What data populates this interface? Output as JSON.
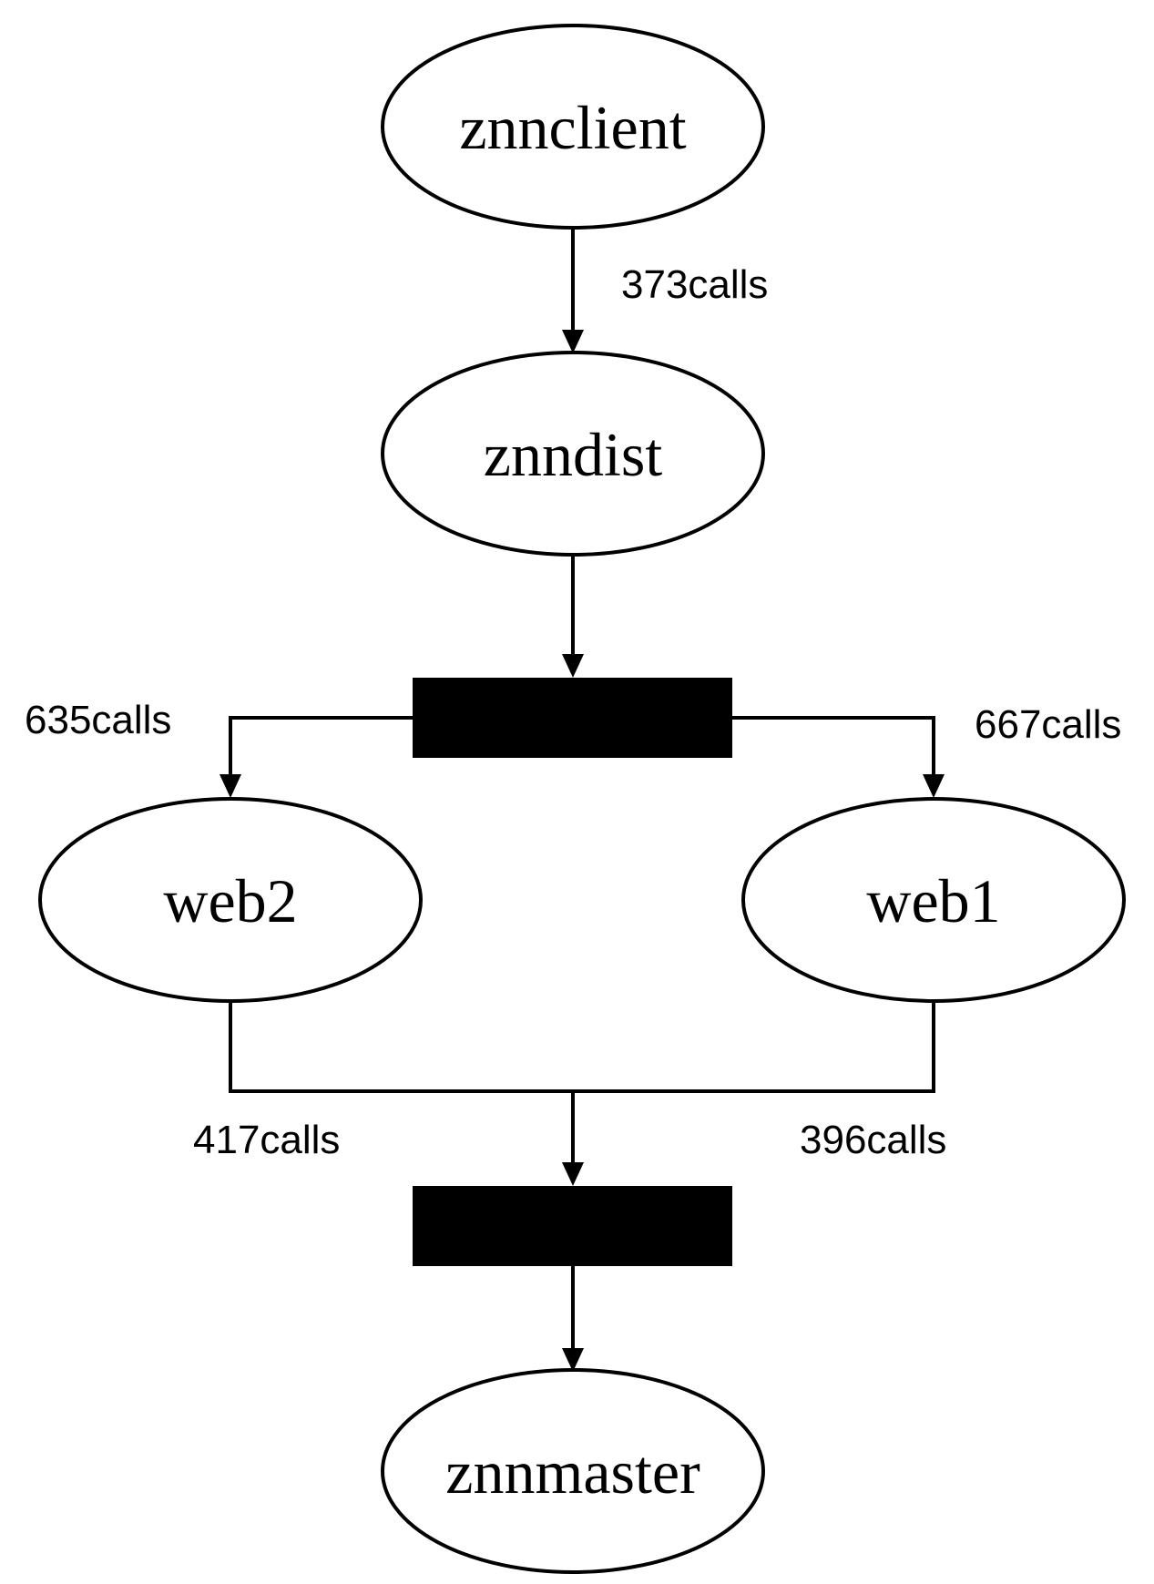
{
  "nodes": {
    "znnclient": "znnclient",
    "znndist": "znndist",
    "web2": "web2",
    "web1": "web1",
    "znnmaster": "znnmaster"
  },
  "edges": {
    "client_to_dist": "373calls",
    "fork_to_web2": "635calls",
    "fork_to_web1": "667calls",
    "web2_to_join": "417calls",
    "web1_to_join": "396calls"
  }
}
